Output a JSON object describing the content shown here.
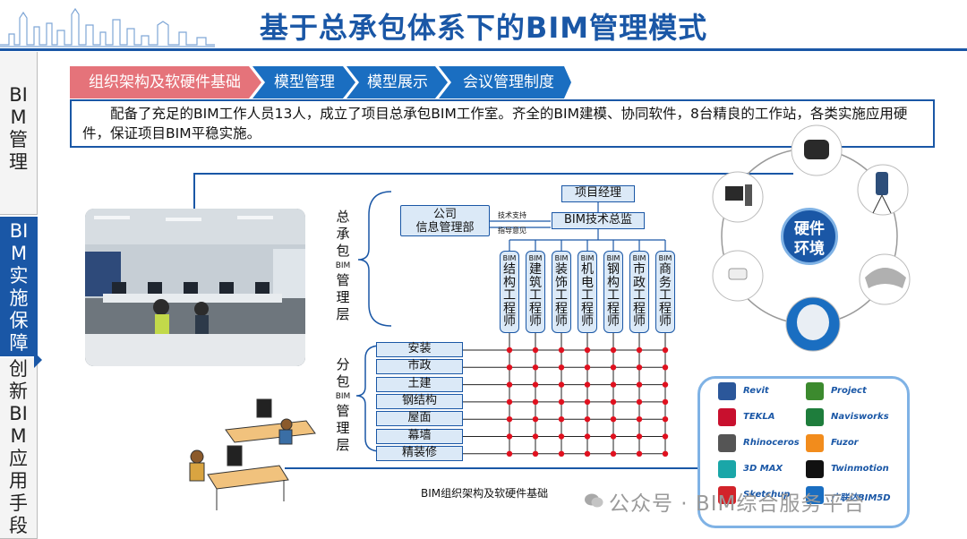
{
  "header": {
    "title": "基于总承包体系下的BIM管理模式"
  },
  "sidenav": {
    "items": [
      {
        "chars": [
          "BI",
          "M",
          "管",
          "理"
        ],
        "active": false
      },
      {
        "chars": [
          "BI",
          "M",
          "实",
          "施",
          "保",
          "障"
        ],
        "active": true
      },
      {
        "chars": [
          "创",
          "新",
          "BI",
          "M",
          "应",
          "用",
          "手",
          "段"
        ],
        "active": false
      }
    ]
  },
  "tabs": [
    {
      "label": "组织架构及软硬件基础",
      "color": "#e5737a"
    },
    {
      "label": "模型管理",
      "color": "#1a6ec1"
    },
    {
      "label": "模型展示",
      "color": "#1a6ec1"
    },
    {
      "label": "会议管理制度",
      "color": "#1a6ec1"
    }
  ],
  "description": "配备了充足的BIM工作人员13人，成立了项目总承包BIM工作室。齐全的BIM建模、协同软件，8台精良的工作站，各类实施应用硬件，保证项目BIM平稳实施。",
  "org": {
    "zongcheng_label": [
      "总",
      "承",
      "包",
      "BIM",
      "管",
      "理",
      "层"
    ],
    "fenbao_label": [
      "分",
      "包",
      "BIM",
      "管",
      "理",
      "层"
    ],
    "company_box": [
      "公司",
      "信息管理部"
    ],
    "project_manager": "项目经理",
    "bim_director": "BIM技术总监",
    "annot_tech": "技术支持",
    "annot_guide": "指导意见",
    "engineers": [
      [
        "BIM",
        "结",
        "构",
        "工",
        "程",
        "师"
      ],
      [
        "BIM",
        "建",
        "筑",
        "工",
        "程",
        "师"
      ],
      [
        "BIM",
        "装",
        "饰",
        "工",
        "程",
        "师"
      ],
      [
        "BIM",
        "机",
        "电",
        "工",
        "程",
        "师"
      ],
      [
        "BIM",
        "钢",
        "构",
        "工",
        "程",
        "师"
      ],
      [
        "BIM",
        "市",
        "政",
        "工",
        "程",
        "师"
      ],
      [
        "BIM",
        "商",
        "务",
        "工",
        "程",
        "师"
      ]
    ],
    "subcontractors": [
      "安装",
      "市政",
      "土建",
      "钢结构",
      "屋面",
      "幕墙",
      "精装修"
    ],
    "caption": "BIM组织架构及软硬件基础"
  },
  "hardware": {
    "center": [
      "硬件",
      "环境"
    ]
  },
  "software": [
    {
      "name": "Revit",
      "color": "#2b579a"
    },
    {
      "name": "Project",
      "color": "#3c8a2e"
    },
    {
      "name": "TEKLA",
      "color": "#c8102e"
    },
    {
      "name": "Navisworks",
      "color": "#1e7d3c"
    },
    {
      "name": "Rhinoceros",
      "color": "#555555"
    },
    {
      "name": "Fuzor",
      "color": "#f28c1c"
    },
    {
      "name": "3D MAX",
      "color": "#1aa6a8"
    },
    {
      "name": "Twinmotion",
      "color": "#111111"
    },
    {
      "name": "Sketchup",
      "color": "#d2232a"
    },
    {
      "name": "广联达BIM5D",
      "color": "#1a6ec1"
    }
  ],
  "watermark": "公众号 · BIM综合服务平台"
}
